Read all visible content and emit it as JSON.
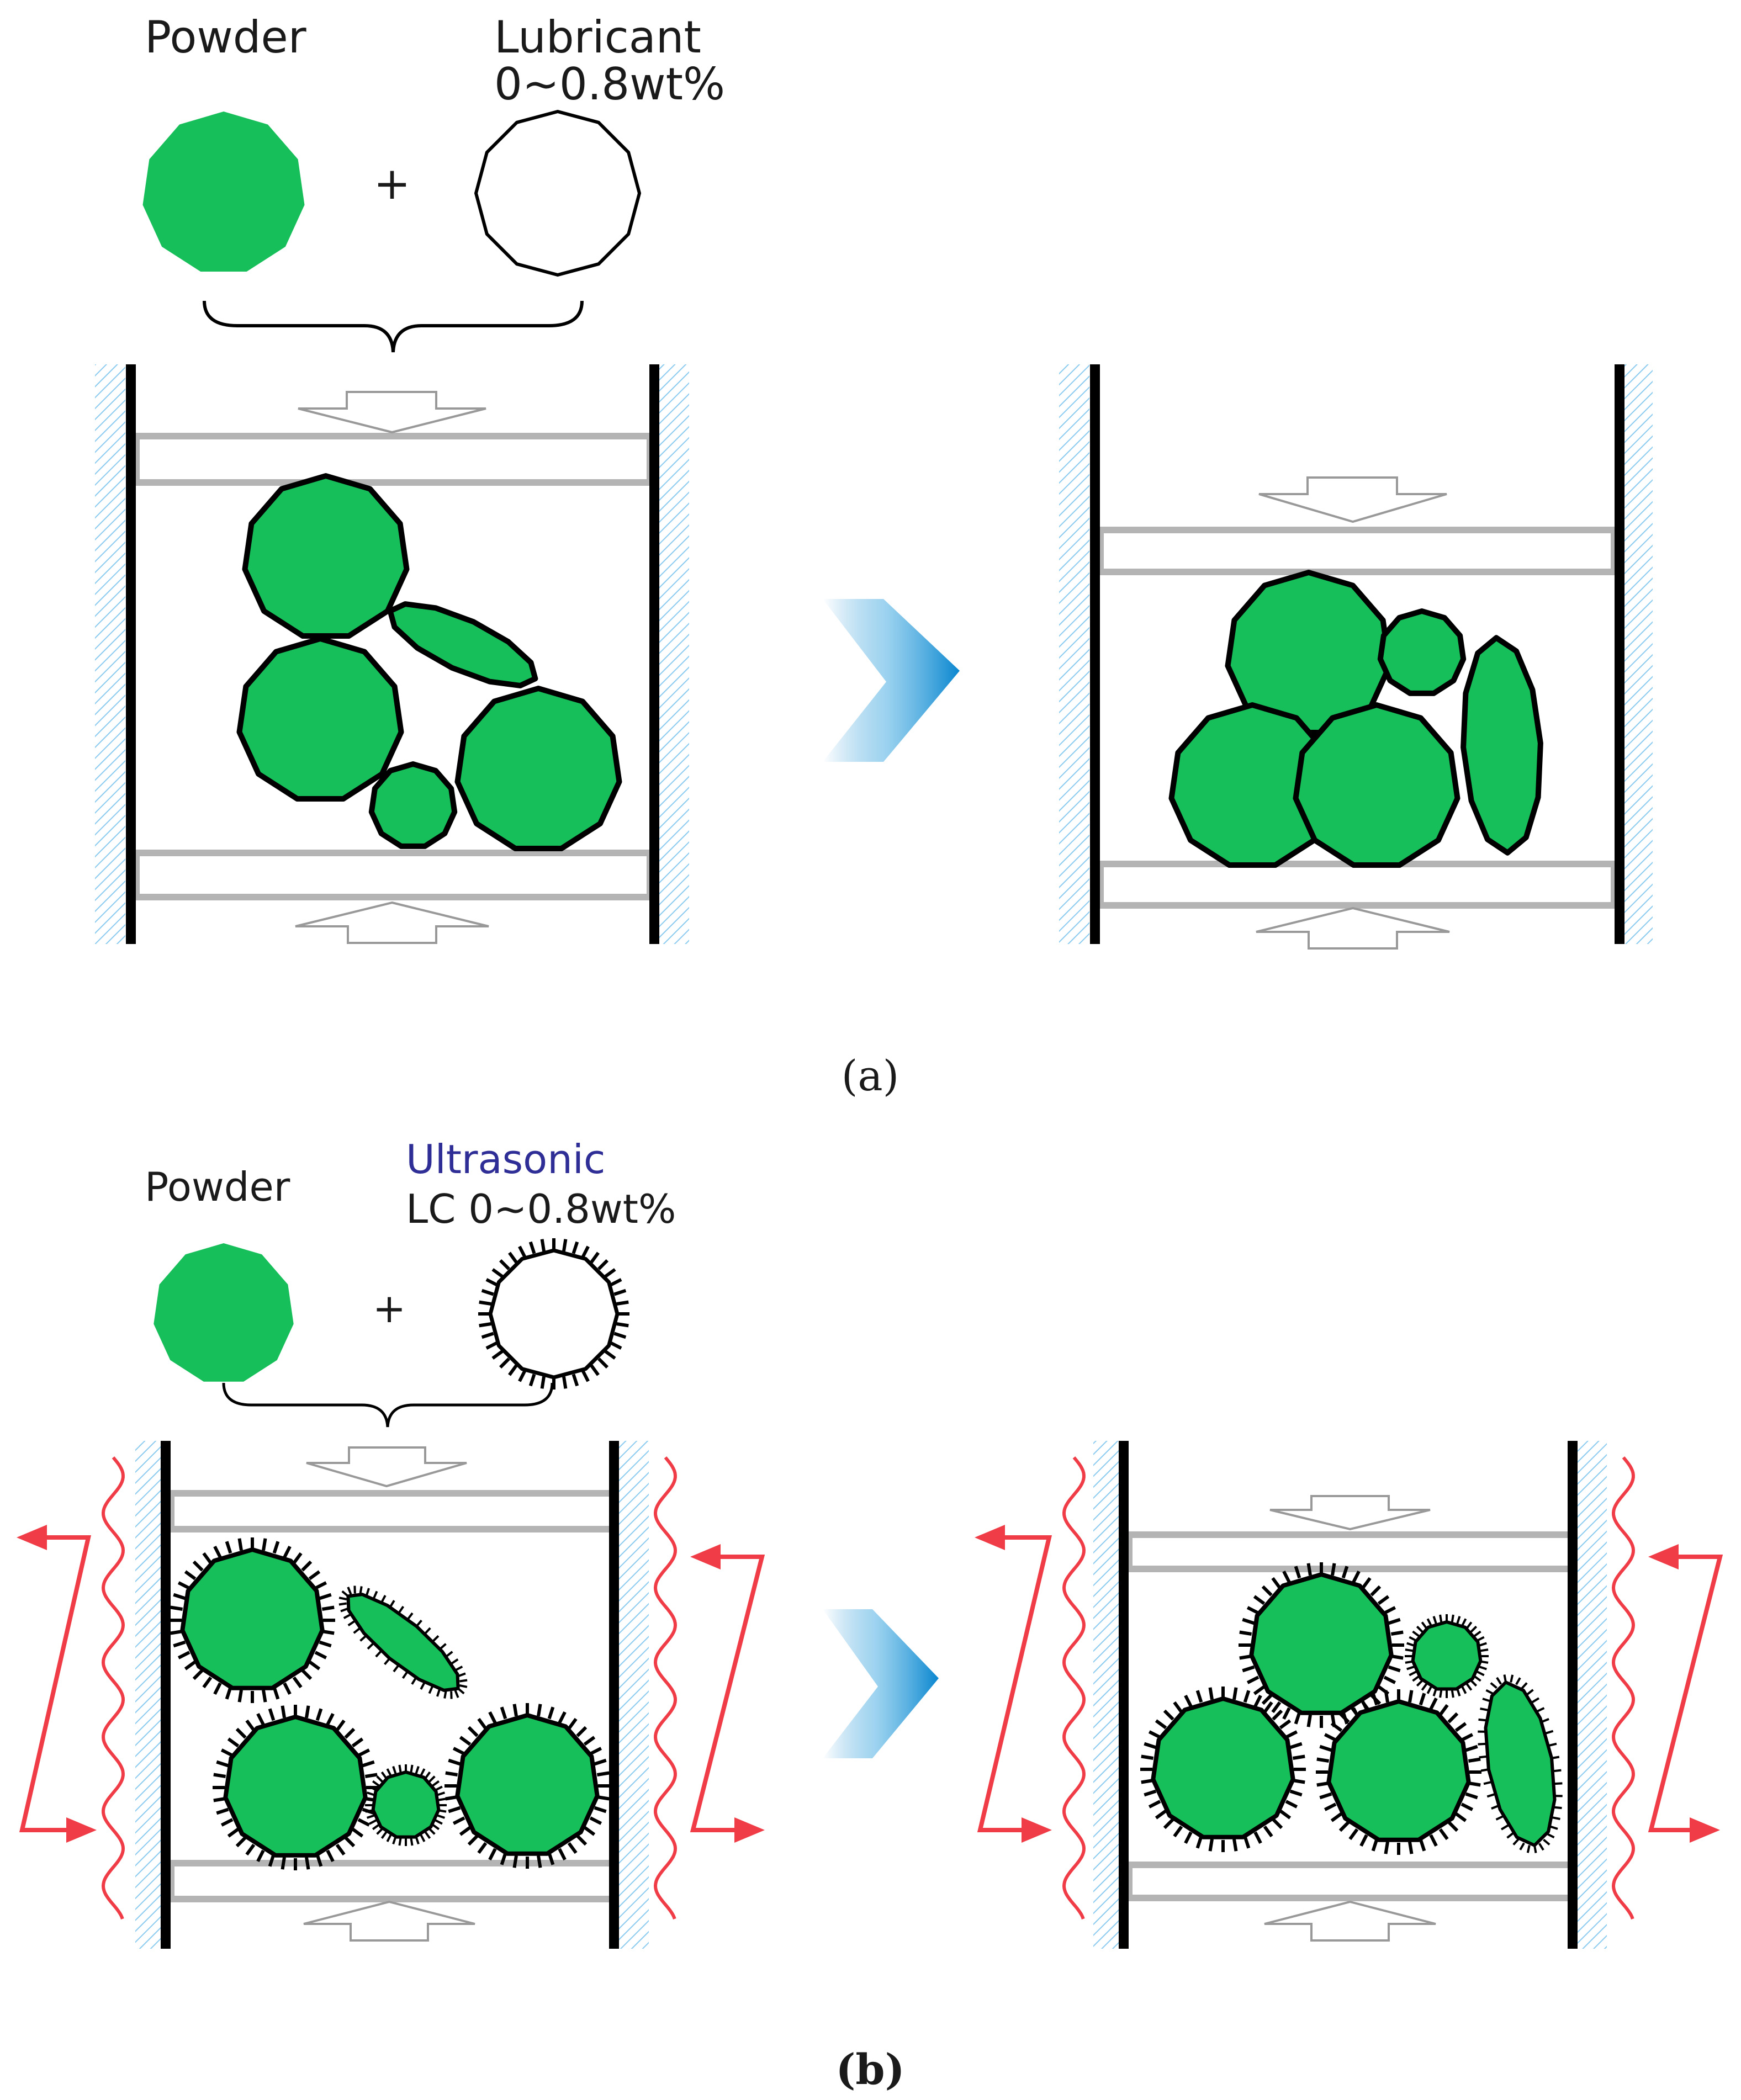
{
  "panel_a": {
    "powder_label": "Powder",
    "lubricant_label": "Lubricant",
    "lubricant_amount": "0~0.8wt%",
    "plus": "+",
    "caption": "(a)"
  },
  "panel_b": {
    "powder_label": "Powder",
    "ultrasonic_label": "Ultrasonic",
    "lc_amount": "LC 0~0.8wt%",
    "plus": "+",
    "caption": "(b)"
  },
  "colors": {
    "powder": "#17bf5a",
    "outline": "#000000",
    "wall_hatch": "#8ccbf0",
    "punch": "#b4b4b4",
    "arrow_blue": "#0a86cf",
    "vibration": "#f03c46",
    "ultrasonic_text": "#2e2e96"
  },
  "icons": {
    "powder": "green-polygon",
    "lubricant": "white-polygon",
    "coated_lubricant": "white-polygon-with-bristles",
    "process_arrow": "chevron-gradient-arrow",
    "press_arrow": "hollow-block-arrow",
    "vibration": "wavy-line-and-zigzag-arrows"
  }
}
